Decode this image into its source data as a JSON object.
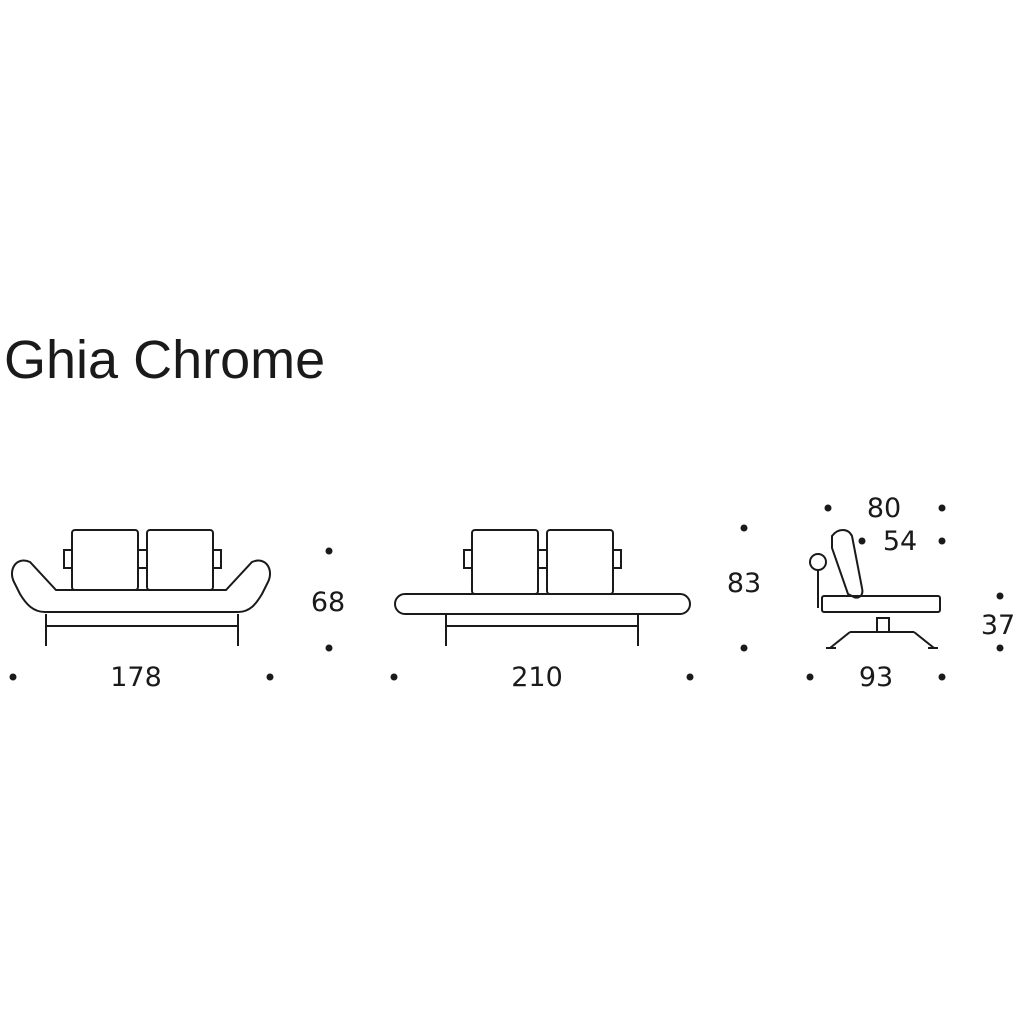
{
  "title": "Ghia Chrome",
  "colors": {
    "ink": "#1a1a1a",
    "background": "#ffffff"
  },
  "views": {
    "sofa": {
      "width": "178",
      "height": "68"
    },
    "bed": {
      "width": "210",
      "height": "83"
    },
    "side": {
      "depth_top": "80",
      "depth_seat": "54",
      "depth_bottom": "93",
      "seat_height": "37"
    }
  }
}
